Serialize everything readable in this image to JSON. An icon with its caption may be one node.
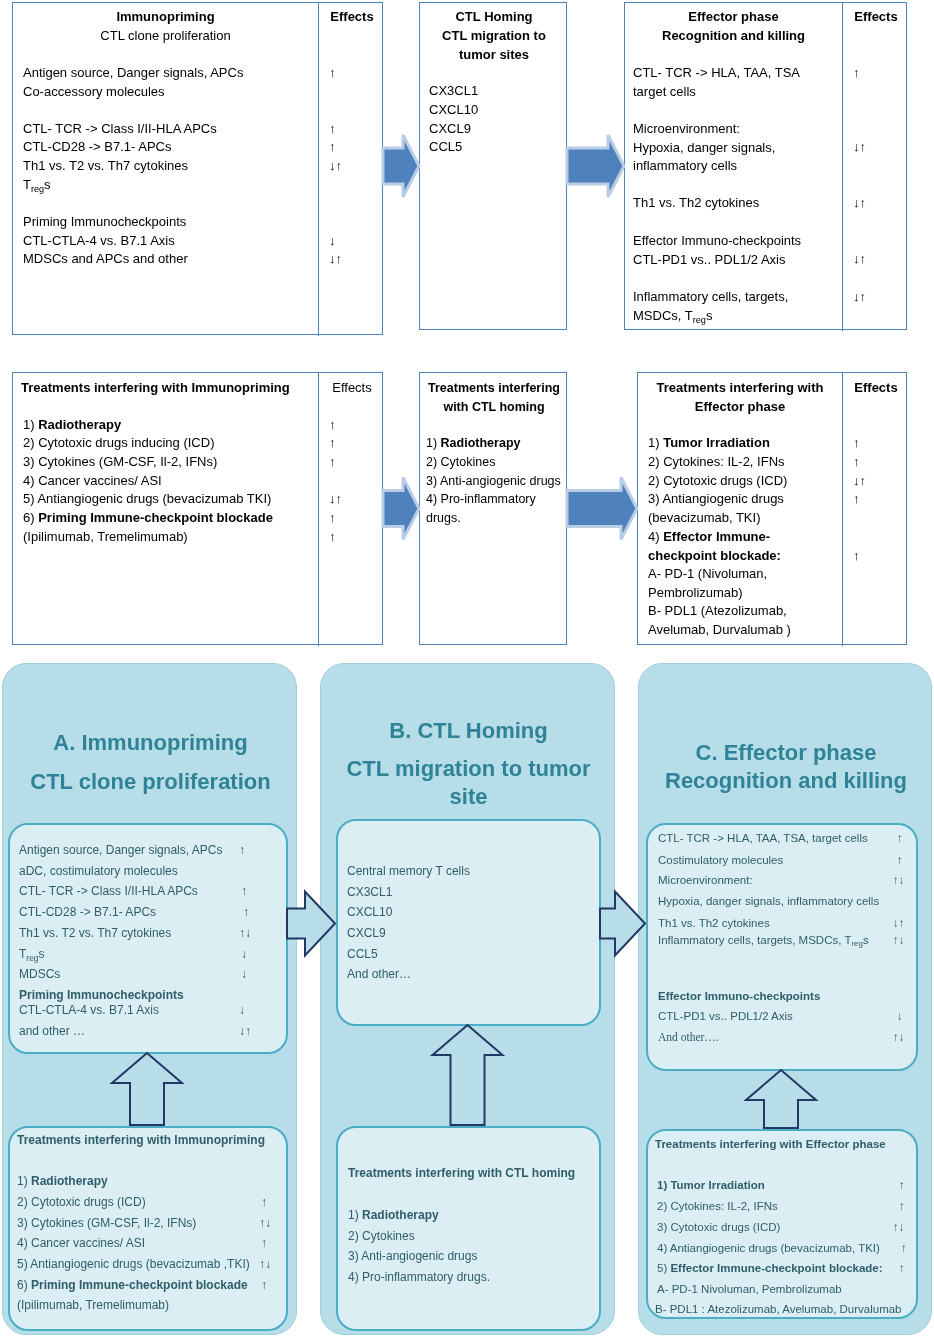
{
  "diagram": {
    "nodes": [
      {
        "text": [
          "Immunopriming",
          "CTL clone proliferation",
          "Antigen source, Danger signals, APCs Co-accessory molecules",
          "CTL- TCR -> Class I/II-HLA APCs",
          "CTL-CD28 -> B7.1- APCs",
          "Th1 vs. T2 vs. Th7 cytokines",
          "T$_{reg}$s",
          "Priming Immunocheckpoints",
          "CTL-CTLA-4 vs. B7.1 Axis",
          "MDSCs and APCs and other"
        ]
      },
      {
        "text": [
          "Effects",
          "↑",
          "↑",
          "↑",
          "↓↑",
          "↓",
          "↓↑"
        ],
        "in": 0
      },
      {
        "text": [
          "CTL Homing",
          "CTL migration to tumor sites",
          "CX3CL1",
          "CXCL10",
          "CXCL9",
          "CCL5"
        ]
      },
      {
        "text": [
          "Effector phase",
          "Recognition and killing",
          "CTL- TCR -> HLA, TAA, TSA target cells",
          "Microenvironment: Hypoxia, danger signals, inflammatory cells",
          "Th1 vs. Th2 cytokines",
          "Effector Immuno-checkpoints CTL-PD1 vs.. PDL1/2 Axis",
          "Inflammatory cells, targets, MSDCs, T$_{reg}$s"
        ]
      },
      {
        "text": [
          "Effects",
          "↑",
          "↓↑",
          "↓↑",
          "↓↑",
          "↓↑"
        ],
        "in": 3
      },
      {
        "text": [
          "Treatments interfering with Immunopriming",
          "1) **Radiotherapy**",
          "2) Cytotoxic drugs inducing (ICD)",
          "3) Cytokines (GM-CSF, Il-2, IFNs)",
          "4) Cancer vaccines/ ASI",
          "5) Antiangiogenic drugs (bevacizumab TKI)",
          "6) **Priming Immune-checkpoint blockade**",
          "(Ipilimumab, Tremelimumab)"
        ]
      },
      {
        "text": [
          "Effects",
          "↑",
          "↑",
          "↑",
          "↓↑",
          "↑",
          "↑"
        ],
        "in": 5
      },
      {
        "text": [
          "Treatments interfering with CTL homing",
          "1) **Radiotherapy**",
          "2) Cytokines",
          "3) Anti-angiogenic drugs",
          "4) Pro-inflammatory drugs."
        ]
      },
      {
        "text": [
          "Treatments interfering with Effector phase",
          "1) **Tumor Irradiation**",
          "2) Cytokines: IL-2, IFNs",
          "2) Cytotoxic drugs (ICD)",
          "3) Antiangiogenic drugs (bevacizumab, TKI)",
          "4) **Effector Immune-checkpoint blockade:**",
          "A- PD-1 (Nivoluman, Pembrolizumab)",
          "B- PDL1 (Atezolizumab, Avelumab, Durvalumab )"
        ]
      },
      {
        "text": [
          "Effects",
          "↑",
          "↑",
          "↓↑",
          "↑",
          "↑"
        ],
        "in": 8
      },
      {
        "text": [
          "A. Immunopriming",
          "CTL clone proliferation"
        ]
      },
      {
        "text": [
          "Antigen source, Danger signals, APCs",
          "↑",
          "aDC, costimulatory molecules",
          "CTL- TCR -> Class I/II-HLA APCs",
          "↑",
          "CTL-CD28 -> B7.1- APCs",
          "↑",
          "Th1 vs. T2 vs. Th7 cytokines",
          "↑↓",
          "T$_{reg}$s",
          "↓",
          "MDSCs",
          "↓",
          "Priming Immunocheckpoints",
          "CTL-CTLA-4 vs. B7.1 Axis",
          "↓",
          "and other …",
          "↓↑"
        ],
        "in": 10
      },
      {
        "text": [
          "Treatments interfering with Immunopriming",
          "1) **Radiotherapy**",
          "2) Cytotoxic drugs (ICD)",
          "↑",
          "3) Cytokines (GM-CSF, Il-2, IFNs)",
          "↑↓",
          "4) Cancer vaccines/ ASI",
          "↑",
          "5) Antiangiogenic drugs (bevacizumab ,TKI)",
          "↑↓",
          "6) **Priming Immune-checkpoint blockade**",
          "↑",
          "(Ipilimumab, Tremelimumab)"
        ],
        "in": 10
      },
      {
        "text": [
          "B. CTL Homing",
          "CTL migration to tumor site"
        ]
      },
      {
        "text": [
          "Central memory T cells",
          "CX3CL1",
          "CXCL10",
          "CXCL9",
          "CCL5",
          "And other…"
        ],
        "in": 13
      },
      {
        "text": [
          "Treatments interfering with CTL homing",
          "1) **Radiotherapy**",
          "2) Cytokines",
          "3) Anti-angiogenic drugs",
          "4) Pro-inflammatory drugs."
        ],
        "in": 13
      },
      {
        "text": [
          "C. Effector phase",
          "Recognition and killing"
        ]
      },
      {
        "text": [
          "CTL- TCR -> HLA, TAA, TSA, target cells",
          "↑",
          "Costimulatory molecules",
          "↑",
          "Microenvironment:",
          "↑↓",
          "Hypoxia, danger signals, inflammatory cells",
          "Th1 vs. Th2 cytokines",
          "↓↑",
          "Inflammatory cells, targets, MSDCs, T$_{reg}$s",
          "↑↓",
          "Effector Immuno-checkpoints",
          "CTL-PD1 vs.. PDL1/2 Axis",
          "↓",
          "And other….",
          "↑↓"
        ],
        "in": 16
      },
      {
        "text": [
          "Treatments interfering with Effector phase",
          "1) Tumor Irradiation",
          "↑",
          "2) Cytokines: IL-2, IFNs",
          "↑",
          "3) Cytotoxic drugs (ICD)",
          "↑↓",
          "4) Antiangiogenic drugs (bevacizumab, TKI)",
          "↑",
          "5) **Effector Immune-checkpoint blockade:**",
          "↑",
          "A- PD-1 Nivoluman, Pembrolizumab",
          "B- PDL1 : Atezolizumab, Avelumab, Durvalumab"
        ],
        "in": 16
      }
    ],
    "edges": [
      {
        "from": 0,
        "to": 2,
        "arrow": "to",
        "color": "#4f81bd"
      },
      {
        "from": 2,
        "to": 3,
        "arrow": "to",
        "color": "#4f81bd"
      },
      {
        "from": 5,
        "to": 7,
        "arrow": "to",
        "color": "#4f81bd"
      },
      {
        "from": 7,
        "to": 8,
        "arrow": "to",
        "color": "#4f81bd"
      },
      {
        "from": 12,
        "to": 11,
        "arrow": "to"
      },
      {
        "from": 11,
        "to": 14,
        "arrow": "to"
      },
      {
        "from": 15,
        "to": 14,
        "arrow": "to"
      },
      {
        "from": 14,
        "to": 17,
        "arrow": "to"
      },
      {
        "from": 18,
        "to": 17,
        "arrow": "to"
      }
    ]
  }
}
